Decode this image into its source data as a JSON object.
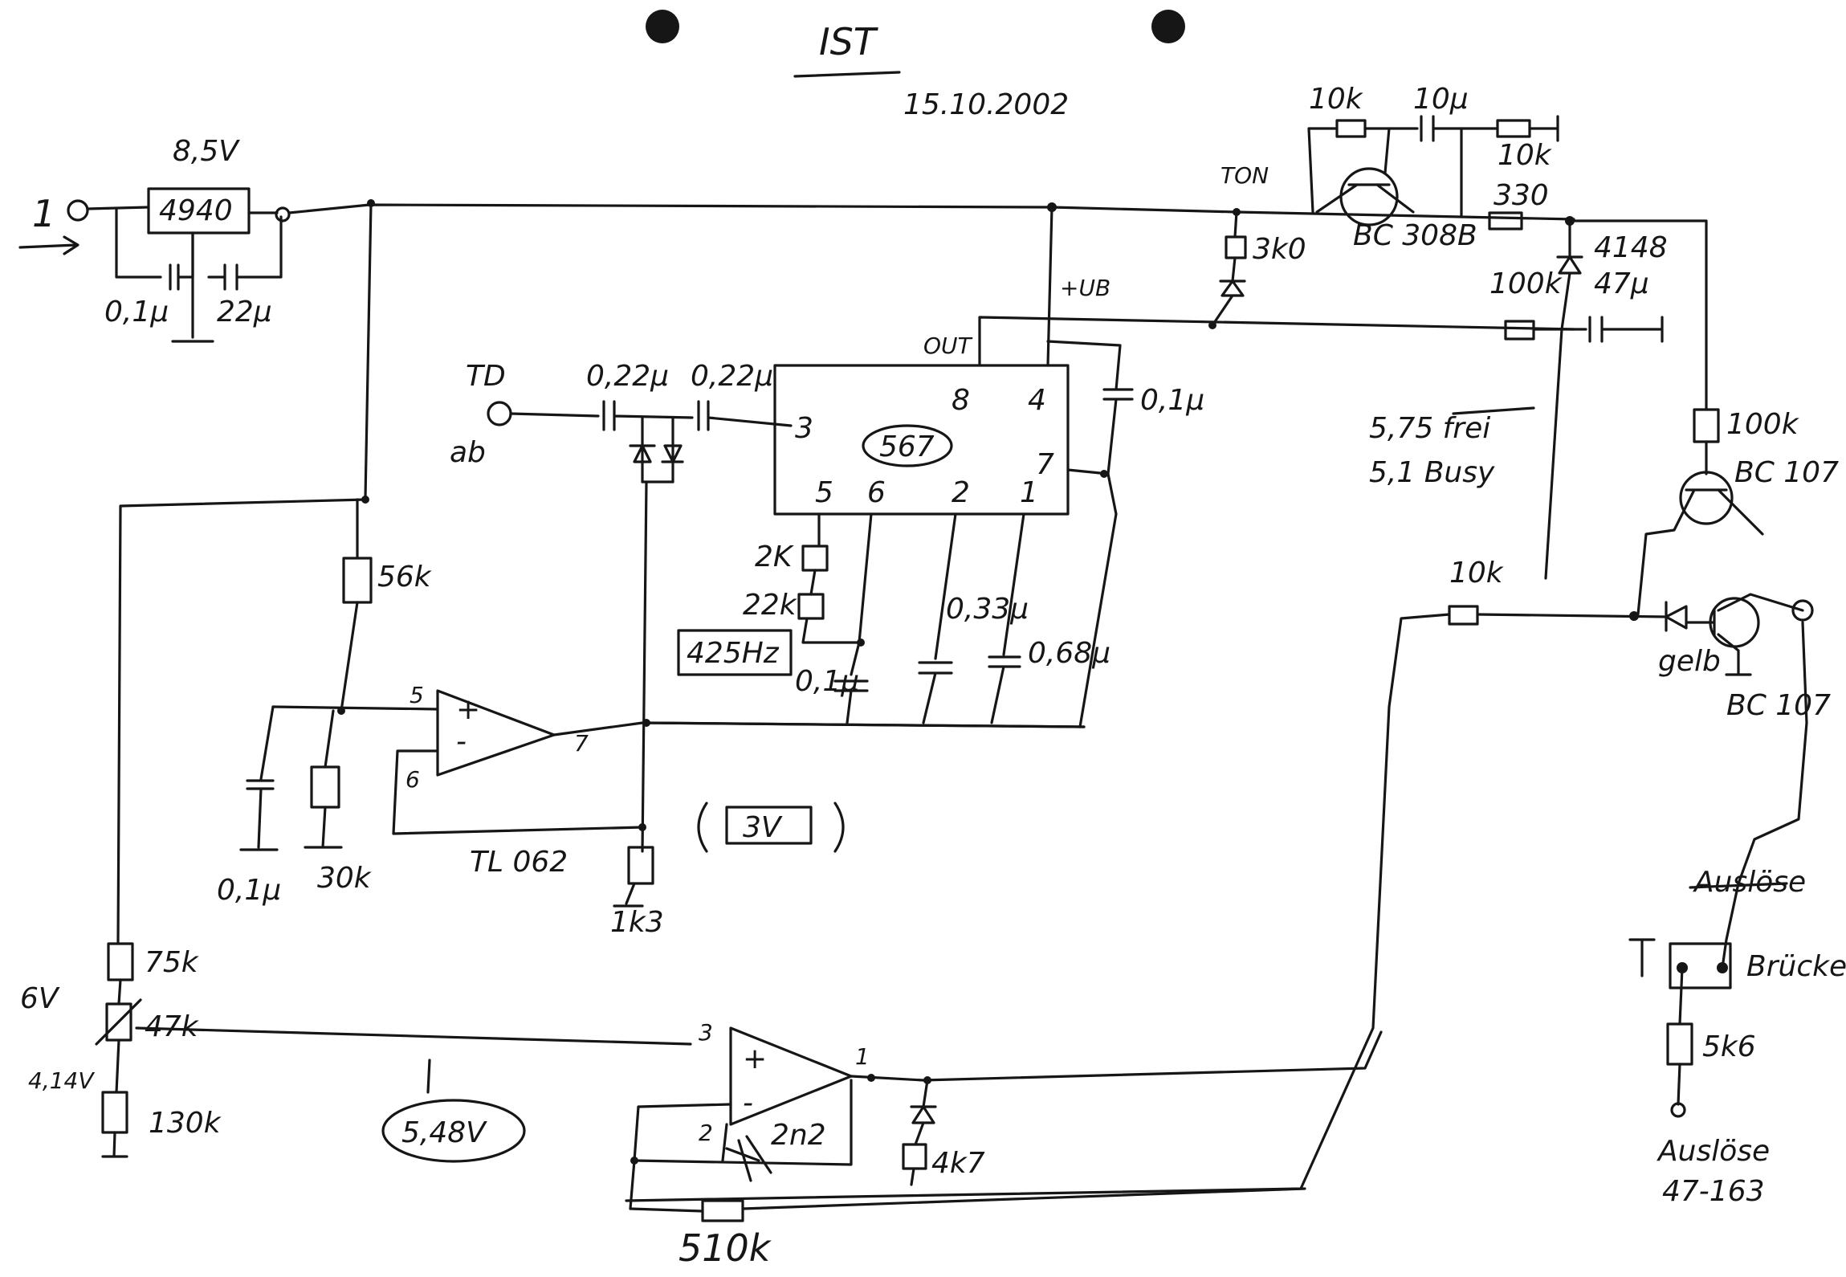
{
  "title": "IST",
  "date": "15.10.2002",
  "labels": {
    "input_pin": "1",
    "voltage_8v5": "8,5V",
    "regulator": "4940",
    "c_01": "0,1µ",
    "c_22u": "22µ",
    "r_56k": "56k",
    "c_01u_bottom": "0,1µ",
    "r_30k": "30k",
    "tl062": "TL 062",
    "pin5": "5",
    "pin6": "6",
    "pin7": "7",
    "r_1k3": "1k3",
    "box_3v": "3V",
    "td": "TD",
    "ab": "ab",
    "c_022u_1": "0,22µ",
    "c_022u_2": "0,22µ",
    "ic_567": "567",
    "ic_pin8": "8",
    "ic_pin4": "4",
    "ic_pin3": "3",
    "ic_pin7": "7",
    "ic_pin5": "5",
    "ic_pin6": "6",
    "ic_pin2": "2",
    "ic_pin1": "1",
    "out": "OUT",
    "plus_ub": "+UB",
    "c_01u_right": "0,1µ",
    "r_2k": "2K",
    "r_22k": "22k",
    "f_425hz": "425Hz",
    "c_033": "0,33µ",
    "c_068": "0,68µ",
    "ton": "TON",
    "r_3k0": "3k0",
    "r_10k_top": "10k",
    "c_10u": "10µ",
    "r_10k_right": "10k",
    "r_330": "330",
    "bc308b": "BC 308B",
    "d_4148": "4148",
    "r_100k": "100k",
    "c_47u": "47µ",
    "v_575": "5,75 frei",
    "v_51": "5,1 Busy",
    "r_100k_right": "100k",
    "bc107_top": "BC 107",
    "r_10k_mid": "10k",
    "gelb": "gelb",
    "bc107_bottom": "BC 107",
    "ausloesen": "Auslöse",
    "bruecke": "Brücke",
    "r_5k6": "5k6",
    "ausloser": "Auslöse",
    "ausloser_val": "47-163",
    "v_6v": "6V",
    "r_75k": "75k",
    "r_47k": "47k",
    "v_414": "4,14V",
    "r_130k": "130k",
    "v_548": "5,48V",
    "op_pin3": "3",
    "op_pin1": "1",
    "op_pin2": "2",
    "c_2n2": "2n2",
    "r_4k7": "4k7",
    "r_510k": "510k"
  }
}
